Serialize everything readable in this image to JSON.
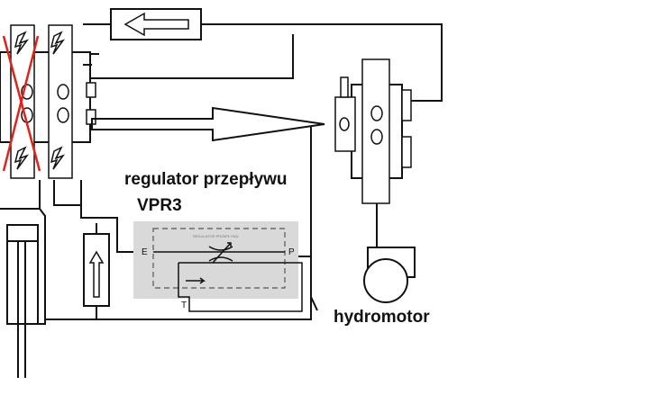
{
  "labels": {
    "flow_regulator_line1": "regulator przepływu",
    "flow_regulator_line2": "VPR3",
    "hydromotor": "hydromotor",
    "port_e": "E",
    "port_p": "P",
    "port_t": "T",
    "valve_small_text": "REGULATOR PRZEPŁYWU"
  },
  "colors": {
    "line": "#111111",
    "cross_out": "#e0231a",
    "regulator_highlight": "#d9d9d9",
    "background": "#ffffff"
  },
  "icons": {
    "solenoid": "lightning-bolt-icon",
    "cancel": "red-x-icon",
    "direction": "arrow-left-icon",
    "flow": "arrow-right-icon"
  }
}
